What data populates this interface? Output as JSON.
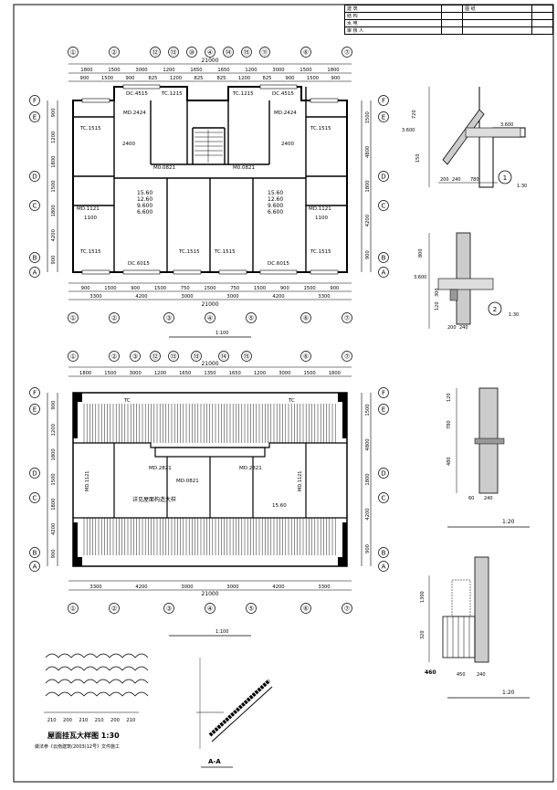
{
  "title_block": {
    "rows": [
      {
        "label": "建 筑",
        "col2": "",
        "col3": "图 纸",
        "col4": ""
      },
      {
        "label": "结 构",
        "col2": "",
        "col3": "",
        "col4": ""
      },
      {
        "label": "水 电",
        "col2": "",
        "col3": "",
        "col4": ""
      },
      {
        "label": "审 核 人",
        "col2": "",
        "col3": "",
        "col4": ""
      }
    ]
  },
  "plan1": {
    "axes_top": [
      "①",
      "②",
      "⑫",
      "⑬",
      "⑩",
      "④",
      "⑭",
      "⑮",
      "⑪",
      "⑥",
      "⑦"
    ],
    "axes_bottom": [
      "①",
      "②",
      "③",
      "④",
      "⑤",
      "⑥",
      "⑦"
    ],
    "axes_left": [
      "F",
      "E",
      "",
      "D",
      "C",
      "B",
      "A"
    ],
    "dims_top_total": "21000",
    "dims_top_row1": [
      "1800",
      "1500",
      "3000",
      "1200",
      "1650",
      "1650",
      "1200",
      "3000",
      "1500",
      "1800"
    ],
    "dims_top_row2": [
      "900",
      "1500",
      "900",
      "825",
      "1200",
      "825",
      "825",
      "1200",
      "825",
      "900",
      "1500",
      "900"
    ],
    "dims_bottom_row1": [
      "900",
      "1500",
      "900",
      "1500",
      "750",
      "1500",
      "750",
      "1500",
      "900",
      "1500",
      "900"
    ],
    "dims_bottom_row2": [
      "3300",
      "4200",
      "3000",
      "3000",
      "4200",
      "3300"
    ],
    "dims_bottom_total": "21000",
    "dims_left": [
      "900",
      "1200",
      "1800",
      "1500",
      "1800",
      "4200",
      "900"
    ],
    "dims_right": [
      "1500",
      "4800",
      "1800",
      "4200",
      "900"
    ],
    "labels": {
      "dc4515_l": "DC.4515",
      "dc4515_r": "DC.4515",
      "tc1215_l": "TC.1215",
      "tc1215_r": "TC.1215",
      "md2424_l": "MD.2424",
      "md2424_r": "MD.2424",
      "tc1515_tl": "TC.1515",
      "tc1515_tr": "TC.1515",
      "tc1515_bl": "TC.1515",
      "tc1515_bm1": "TC.1515",
      "tc1515_bm2": "TC.1515",
      "tc1515_br": "TC.1515",
      "dc6015_l": "DC.6015",
      "dc6015_r": "DC.6015",
      "md1121_l": "MD.1121",
      "md1121_r": "MD.1121",
      "m0821_l": "M0.0821",
      "m0821_r": "M0.0821",
      "lev1": "15.60",
      "lev2": "12.60",
      "lev3": "9.600",
      "lev4": "6.600",
      "lev1r": "15.60",
      "lev2r": "12.60",
      "lev3r": "9.600",
      "lev4r": "6.600",
      "w2400_l": "2400",
      "w2400_r": "2400",
      "w1100_l": "1100",
      "w1100_r": "1100"
    },
    "scale": "1:100"
  },
  "plan2": {
    "axes_top": [
      "①",
      "②",
      "③",
      "⑫",
      "⑬",
      "⑬",
      "⑭",
      "⑮",
      "⑥",
      "⑦"
    ],
    "axes_bottom": [
      "①",
      "②",
      "③",
      "④",
      "⑤",
      "⑥",
      "⑦"
    ],
    "dims_top_total": "21000",
    "dims_top_row": [
      "1800",
      "1500",
      "3000",
      "1200",
      "1650",
      "1350",
      "1650",
      "1200",
      "3000",
      "1500",
      "1800"
    ],
    "dims_bottom_row": [
      "3300",
      "4200",
      "3000",
      "3000",
      "4200",
      "3300"
    ],
    "dims_bottom_total": "21000",
    "dims_left": [
      "900",
      "1200",
      "1800",
      "1500",
      "1800",
      "4200",
      "900"
    ],
    "dims_right": [
      "1500",
      "4800",
      "1800",
      "4200",
      "900"
    ],
    "labels": {
      "md2821_l": "MD.2821",
      "md2821_r": "MD.2821",
      "md0821": "MD.0821",
      "md1121_l": "MD.1121",
      "md1121_r": "MD.1121",
      "note": "详见屋面构造大样",
      "lev": "15.60",
      "tc_l": "TC",
      "tc_r": "TC"
    },
    "scale": "1:100"
  },
  "detail1": {
    "dims": [
      "720",
      "3.600",
      "3.600",
      "150",
      "200",
      "240",
      "780"
    ],
    "num": "1",
    "scale": "1:30"
  },
  "detail2": {
    "dims": [
      "800",
      "3.600",
      "300",
      "120",
      "200",
      "240"
    ],
    "num": "2",
    "scale": "1:30"
  },
  "detail3": {
    "dims": [
      "120",
      "780",
      "480",
      "60",
      "240"
    ],
    "scale": "1:20"
  },
  "detail4": {
    "dims": [
      "1300",
      "320",
      "460",
      "450",
      "240"
    ],
    "scale": "1:20"
  },
  "tile": {
    "title": "屋面挂瓦大样图 1:30",
    "note": "做法参《云南建筑(2003)12号》文件施工",
    "dims": [
      "210",
      "200",
      "210",
      "210",
      "200",
      "210"
    ]
  },
  "section": {
    "label": "A-A"
  }
}
